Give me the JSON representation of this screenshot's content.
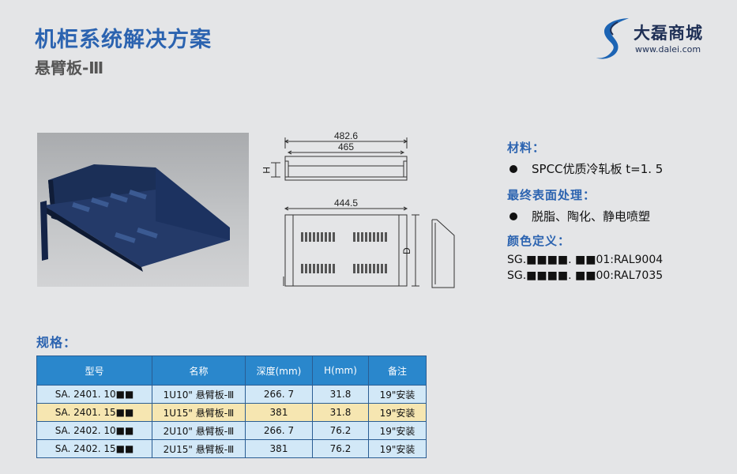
{
  "header": {
    "title": "机柜系统解决方案",
    "subtitle": "悬臂板-Ⅲ"
  },
  "logo": {
    "name": "大磊商城",
    "url": "www.dalei.com",
    "colors": {
      "swirl_blue": "#1c64b4",
      "swirl_dark": "#1e2f55"
    }
  },
  "drawing": {
    "top_view": {
      "outer_width": "482.6",
      "inner_width": "465",
      "height_label": "H"
    },
    "front_view": {
      "width": "444.5",
      "depth_label": "D"
    }
  },
  "specs": {
    "material": {
      "label": "材料：",
      "value": "SPCC优质冷轧板 t=1. 5"
    },
    "finish": {
      "label": "最终表面处理：",
      "value": "脱脂、陶化、静电喷塑"
    },
    "color": {
      "label": "颜色定义：",
      "values": [
        "SG.■■■■. ■■01:RAL9004",
        "SG.■■■■. ■■00:RAL7035"
      ]
    }
  },
  "table": {
    "label": "规格：",
    "headers": [
      "型号",
      "名称",
      "深度(mm)",
      "H(mm)",
      "备注"
    ],
    "rows": [
      [
        "SA. 2401. 10■■",
        "1U10\" 悬臂板-Ⅲ",
        "266. 7",
        "31.8",
        "19\"安装"
      ],
      [
        "SA. 2401. 15■■",
        "1U15\" 悬臂板-Ⅲ",
        "381",
        "31.8",
        "19\"安装"
      ],
      [
        "SA. 2402. 10■■",
        "2U10\" 悬臂板-Ⅲ",
        "266. 7",
        "76.2",
        "19\"安装"
      ],
      [
        "SA. 2402. 15■■",
        "2U15\" 悬臂板-Ⅲ",
        "381",
        "76.2",
        "19\"安装"
      ]
    ],
    "colors": {
      "header": "#2a87cc",
      "row_blue": "#d2e8f7",
      "row_yellow": "#f6e6b1"
    }
  }
}
